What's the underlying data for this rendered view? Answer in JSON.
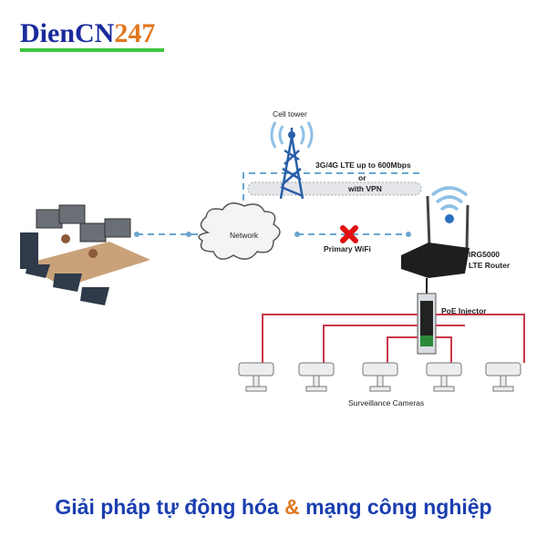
{
  "logo": {
    "text_main": "DienCN",
    "text_num": "247",
    "colors": {
      "main": "#1a2a9c",
      "num": "#e07820",
      "underline": "#3ec43e"
    }
  },
  "diagram": {
    "cell_tower": "Cell tower",
    "lte_line1": "3G/4G LTE up to 600Mbps",
    "lte_line2": "or",
    "lte_line3": "with VPN",
    "network": "Network",
    "primary_wifi": "Primary WiFi",
    "router_line1": "IRG5000",
    "router_line2": "LTE Router",
    "poe": "PoE Injector",
    "cameras": "Surveillance Cameras"
  },
  "footer": {
    "part1": "Giải pháp tự động hóa ",
    "amp": "&",
    "part2": " mạng công nghiệp"
  }
}
